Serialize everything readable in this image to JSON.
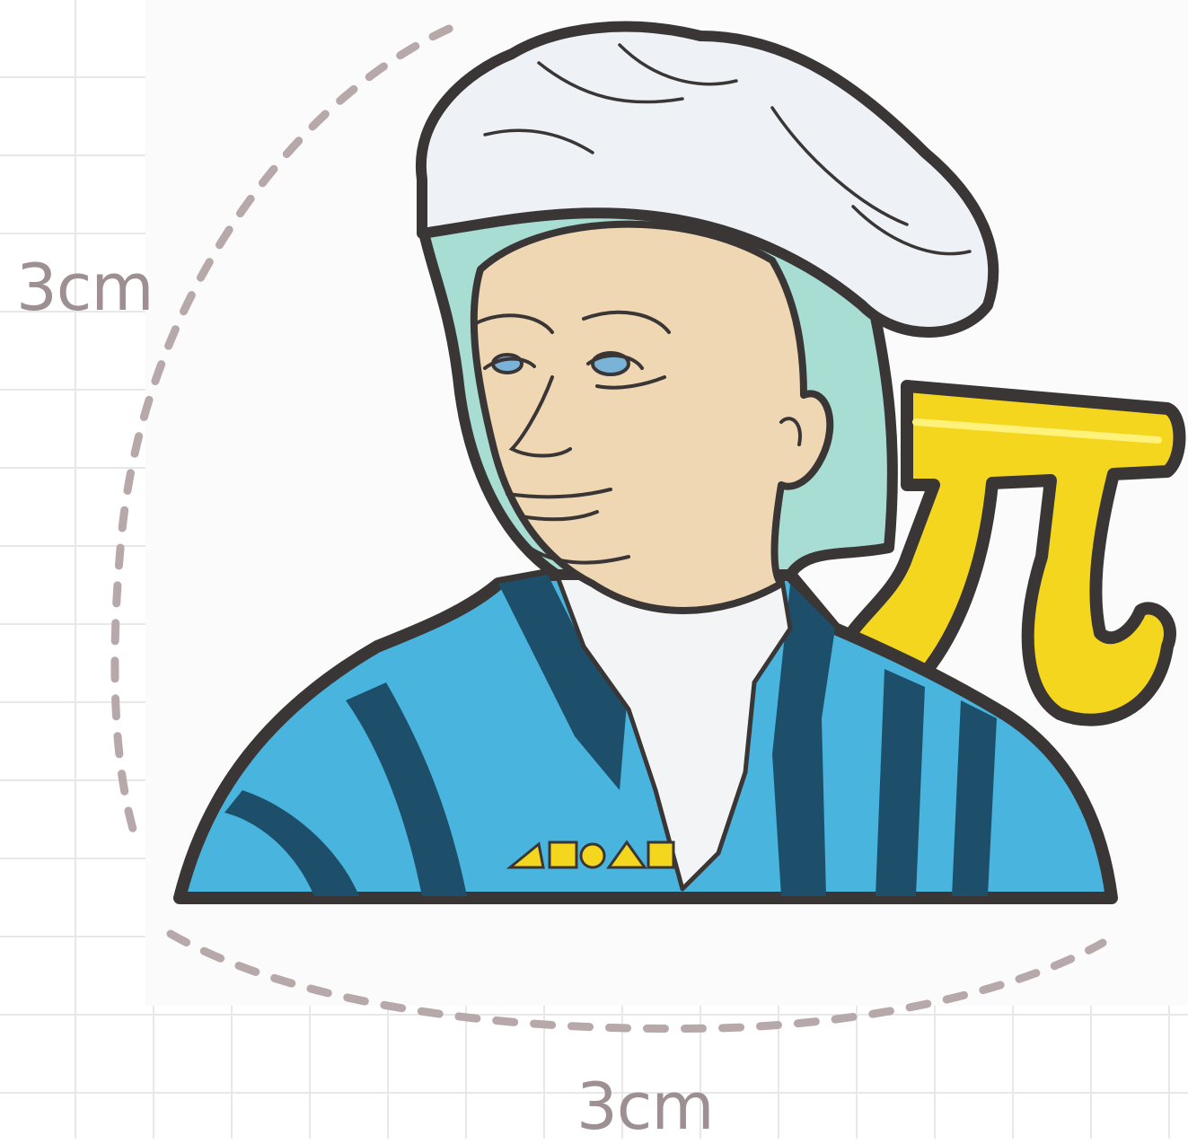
{
  "dimensions": {
    "height_label": "3cm",
    "width_label": "3cm"
  },
  "colors": {
    "dimension_text": "#9d8f92",
    "dashed_circle": "#b7a9aa",
    "grid_line": "#e8e8e8",
    "enamel_outline": "#3a3636",
    "hat_white": "#eef2f6",
    "hood_mint": "#a8ddd3",
    "skin": "#efd7b4",
    "robe_blue": "#49b4de",
    "robe_stripe_navy": "#1e4f6a",
    "cravat_white": "#f2f4f5",
    "pi_yellow": "#f5d61f"
  },
  "pin": {
    "symbol": "π"
  }
}
